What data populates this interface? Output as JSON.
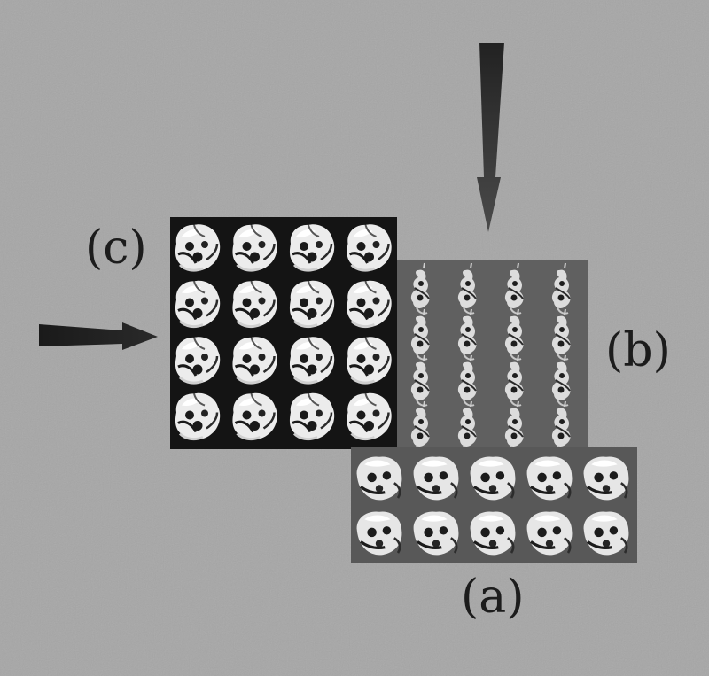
{
  "figure": {
    "labels": {
      "a": "(a)",
      "b": "(b)",
      "c": "(c)"
    },
    "panels": {
      "c": {
        "rows": 4,
        "cols": 4,
        "background": "#141414",
        "tile": "front-view-molecule"
      },
      "b": {
        "rows": 4,
        "cols": 4,
        "background": "#606060",
        "tile": "side-view-molecule"
      },
      "a": {
        "rows": 2,
        "cols": 5,
        "background": "#585858",
        "tile": "tilted-view-molecule"
      }
    },
    "arrows": [
      {
        "name": "arrow-from-left",
        "points_to": "c"
      },
      {
        "name": "arrow-from-top",
        "points_to": "b"
      }
    ],
    "colors": {
      "page_background": "#a6a6a6",
      "arrow": "#161616",
      "molecule_light": "#e8e8e8",
      "molecule_dark": "#2a2a2a"
    }
  }
}
